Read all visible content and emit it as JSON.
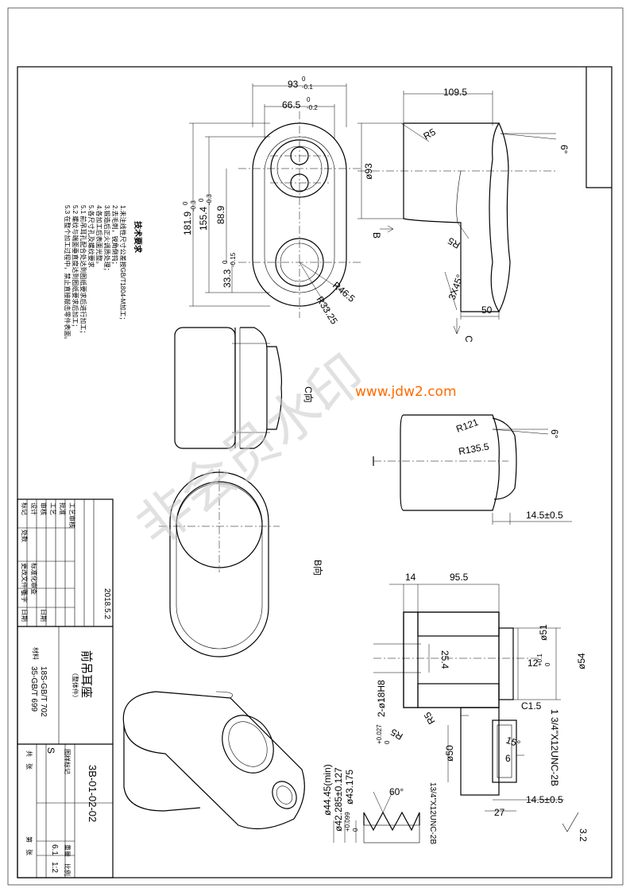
{
  "drawing": {
    "number": "3B-01-02-02",
    "part_name": "前吊耳座",
    "part_sub": "（整体件）",
    "material_1": "18S-GB/T 702",
    "material_2": "35-GB/T 699",
    "material_label": "材料",
    "stage_mark": "S",
    "weight": "6.1",
    "scale": "1:2",
    "date": "2018.5.2",
    "scale_header": "比例",
    "weight_header": "重量",
    "stage_header": "图样标记",
    "sheet_total": "共　张",
    "sheet_no": "第　张",
    "roughness": "3.2"
  },
  "title_block": {
    "rows": [
      "标记",
      "设计",
      "审核",
      "工艺",
      "批准",
      "工艺审核"
    ],
    "cols": [
      "处数",
      "更改文件号",
      "签字",
      "日期"
    ],
    "std": "标准化审查",
    "sign": "签字",
    "date_label": "日期"
  },
  "tech_req": {
    "title": "技术要求",
    "items": [
      "1.未注线性尺寸公差按GB/T1804-M加工；",
      "2.去毛刺，锐角倒钝；",
      "3.锻造后正火调质处理；",
      "4.各加工后表面光整。",
      "5.各尺寸孔及螺纹要求",
      "5.1 前吊耳孔配合处达到图纸要求后进行加工；",
      "5.2 螺纹与端面垂直度达到图纸要求后加工；",
      "5.3 在整个加工过程中，禁止直接敲击零件表面。"
    ]
  },
  "dims": {
    "d93": "93",
    "d93_tol_up": "0",
    "d93_tol_dn": "-0.1",
    "d665": "66.5",
    "d665_tol_up": "0",
    "d665_tol_dn": "-0.2",
    "d1095": "109.5",
    "dR5a": "R5",
    "d6deg": "6°",
    "dphi93": "ø93",
    "d1819": "181.9",
    "d1819_tol": "-0.3",
    "d1819_tol_up": "0",
    "d1554": "155.4",
    "d1554_tol": "-0.3",
    "d1554_tol_up": "0",
    "d889": "88.9",
    "d333": "33.3",
    "d333_tol": "-0.15",
    "d333_tol_up": "0",
    "dR465": "R46.5",
    "dR3325": "R33.25",
    "dR5b": "R5",
    "dC": "3X45°",
    "d50": "50",
    "viewB": "B",
    "viewC": "C",
    "viewC_label": "C向",
    "viewB_label": "B向",
    "dR121": "R121",
    "dR1355": "R135.5",
    "d6deg2": "6°",
    "d145a": "14.5±0.5",
    "d14": "14",
    "d955": "95.5",
    "d254": "25.4",
    "d12": "12",
    "dphi51": "ø51",
    "dphi51_tol_up": "+0.1",
    "dphi51_tol_dn": "0",
    "dphi54": "ø54",
    "dholes": "2-ø18H8",
    "dholes_tol_up": "+0.027",
    "dholes_tol_dn": "0",
    "dC15": "C1.5",
    "dR5c": "R5",
    "dR5d": "R5",
    "dphi50": "ø50",
    "d6": "6",
    "dthread": "1 3/4\"X12UNC-2B",
    "d145b": "14.5±0.5",
    "d27": "27",
    "dphi42": "ø42.285±0.127",
    "dphi43": "ø43.175",
    "dphi43_tol_up": "+0.099",
    "dphi43_tol_dn": "0",
    "dphi44": "ø44.45(min)",
    "d60": "60°",
    "dthread2": "13/4\"X12UNC-2B",
    "d15deg": "15°"
  },
  "watermark": {
    "text": "非会员水印",
    "url": "www.jdw2.com"
  }
}
